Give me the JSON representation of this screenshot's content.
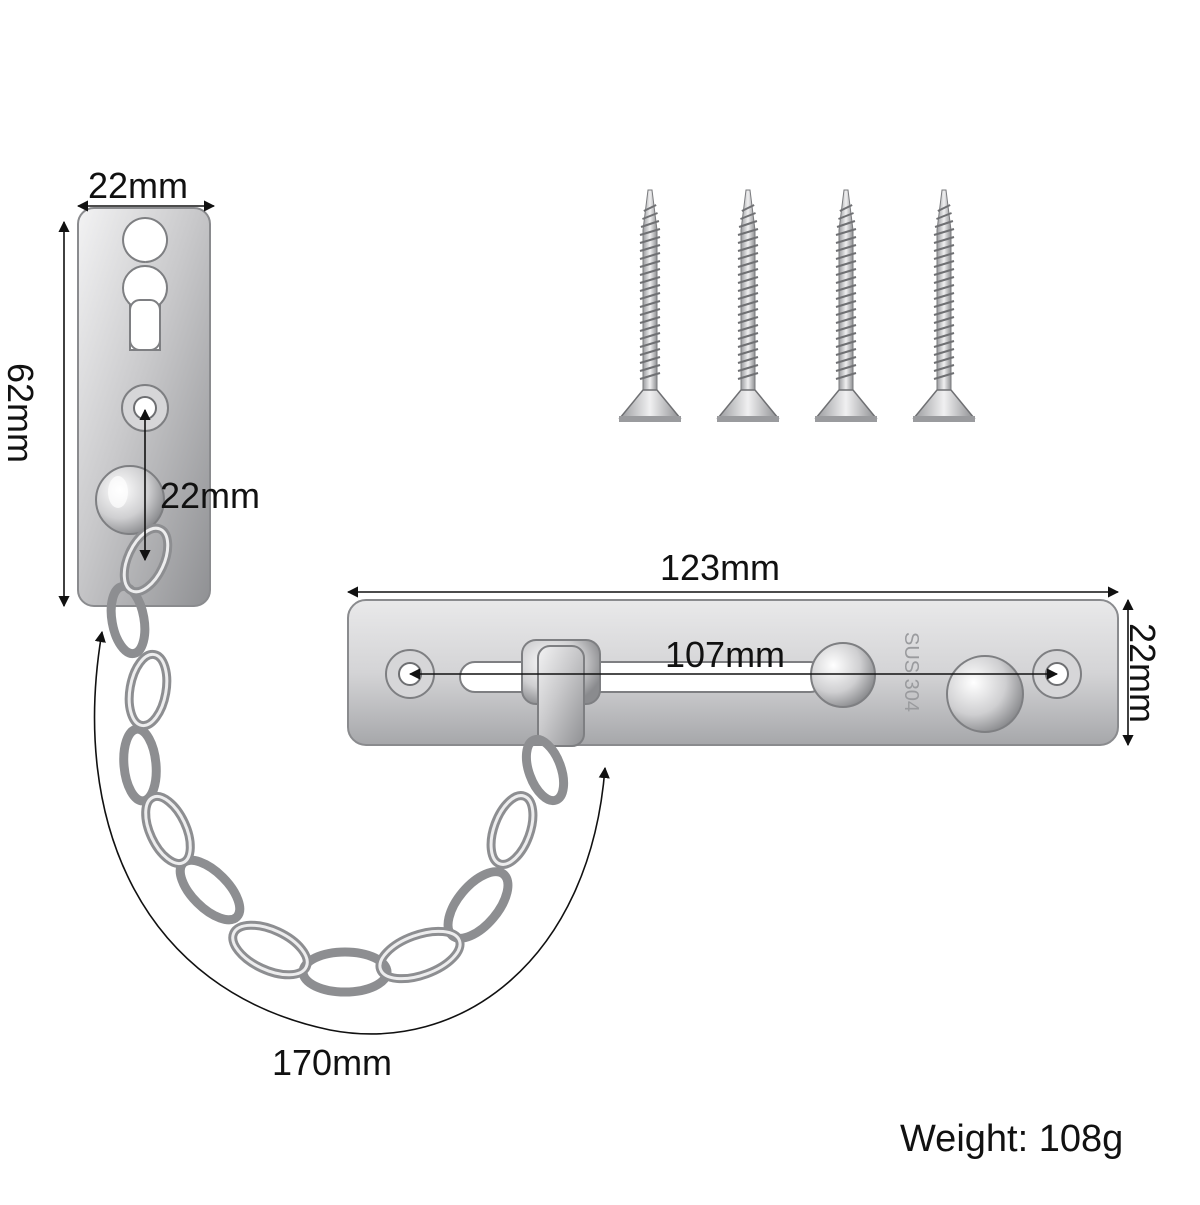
{
  "product": {
    "engraving": "SUS 304",
    "screw_count": 4,
    "colors": {
      "metal": "#c9c9cb",
      "metal_dark": "#8f9093",
      "text": "#111111",
      "background": "#ffffff"
    }
  },
  "dimensions": {
    "top_width": "22mm",
    "top_height": "62mm",
    "hole_spacing": "22mm",
    "slide_length": "123mm",
    "slide_hole_spacing": "107mm",
    "slide_height": "22mm",
    "chain_length": "170mm"
  },
  "weight": "Weight: 108g"
}
